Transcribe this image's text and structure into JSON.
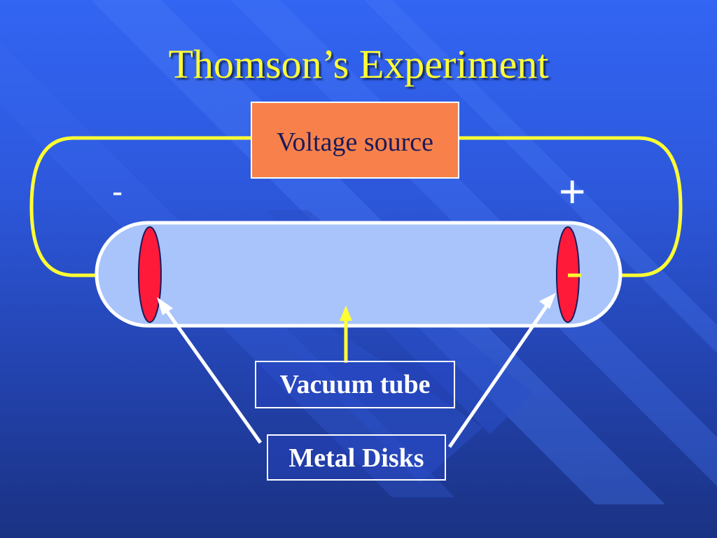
{
  "slide": {
    "title": "Thomson’s Experiment"
  },
  "diagram": {
    "voltage_source_label": "Voltage source",
    "negative_sign": "-",
    "positive_sign": "+",
    "vacuum_tube_label": "Vacuum tube",
    "metal_disks_label": "Metal Disks"
  },
  "colors": {
    "title_text": "#ffff33",
    "wire": "#ffff33",
    "voltage_box": "#f8814b",
    "tube_fill": "#a8c4fb",
    "tube_outline": "#ffffff",
    "disk": "#ff1a3a",
    "background_top": "#3265f3",
    "background_bottom": "#1a3283"
  }
}
